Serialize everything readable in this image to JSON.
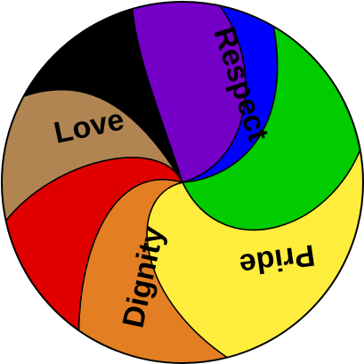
{
  "artwork": {
    "segments": [
      {
        "color": "#000000",
        "label": ""
      },
      {
        "color": "#7400C8",
        "label": "Respect"
      },
      {
        "color": "#0000FF",
        "label": ""
      },
      {
        "color": "#00CC00",
        "label": "Pride"
      },
      {
        "color": "#FFED3E",
        "label": ""
      },
      {
        "color": "#E37E22",
        "label": "Dignity"
      },
      {
        "color": "#E00000",
        "label": ""
      },
      {
        "color": "#B08552",
        "label": "Love"
      }
    ],
    "outline_color": "#000000"
  }
}
